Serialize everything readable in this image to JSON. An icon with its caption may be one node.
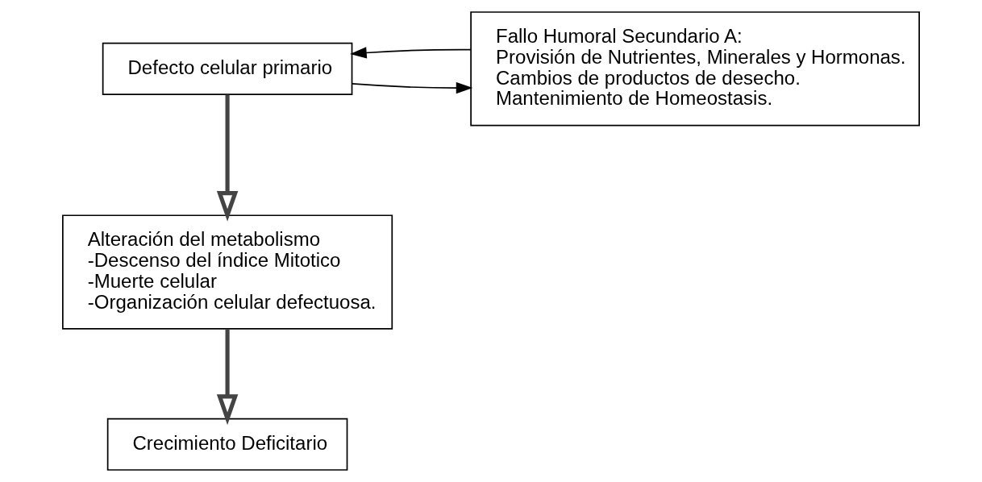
{
  "diagram": {
    "nodes": [
      {
        "text": [
          "Defecto celular primario"
        ]
      },
      {
        "text": [
          "Fallo Humoral Secundario A:",
          "Provisión de Nutrientes, Minerales y Hormonas.",
          "Cambios de productos de desecho.",
          "Mantenimiento de Homeostasis."
        ]
      },
      {
        "text": [
          "Alteración del metabolismo",
          "-Descenso del índice Mitotico",
          "-Muerte celular",
          "-Organización celular defectuosa."
        ]
      },
      {
        "text": [
          "Crecimiento Deficitario"
        ]
      }
    ],
    "edges": [
      {
        "from": 0,
        "to": 1,
        "arrow": "to"
      },
      {
        "from": 1,
        "to": 0,
        "arrow": "to"
      },
      {
        "from": 0,
        "to": 2,
        "arrow": "to",
        "style": "thick"
      },
      {
        "from": 2,
        "to": 3,
        "arrow": "to",
        "style": "thick"
      }
    ]
  }
}
